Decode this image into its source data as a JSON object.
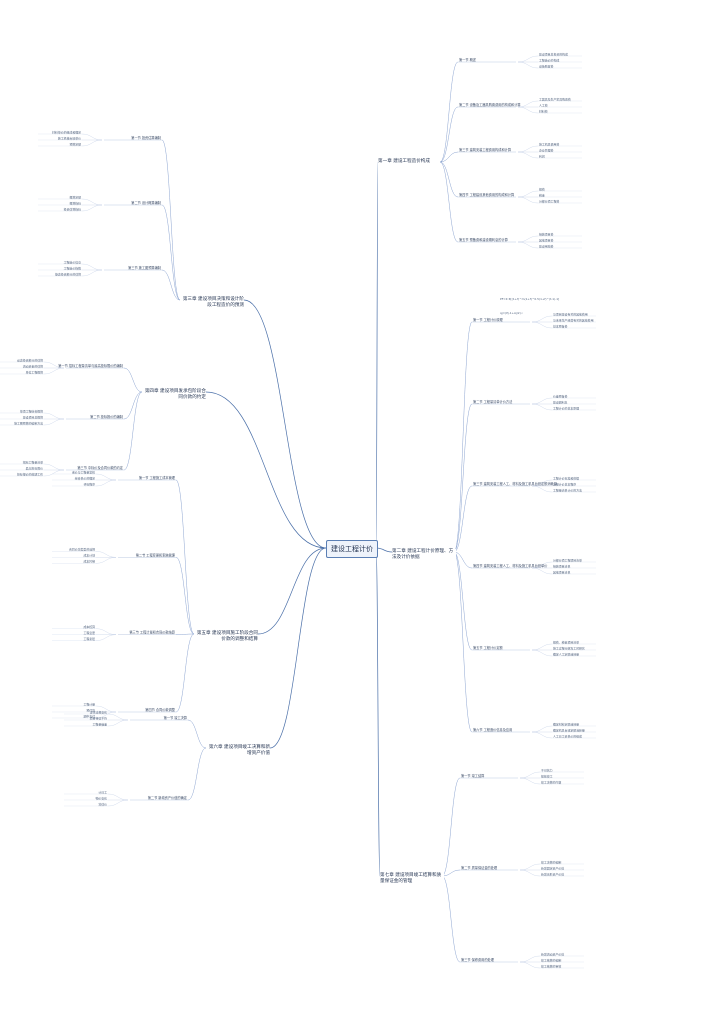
{
  "center": "建设工程计价",
  "chapters": [
    {
      "id": "ch1",
      "title": "第一章 建设工程造价构成",
      "side": "right"
    },
    {
      "id": "ch2",
      "title": "第二章 建设工程计价原理、方法及计价依据",
      "side": "right"
    },
    {
      "id": "ch3",
      "title": "第三章 建设项目决策和设计阶段工程造价的预测",
      "side": "left"
    },
    {
      "id": "ch4",
      "title": "第四章 建设项目发承包阶段合同价款的约定",
      "side": "left"
    },
    {
      "id": "ch5",
      "title": "第五章 建设项目施工阶段合同价款的调整和结算",
      "side": "left"
    },
    {
      "id": "ch6",
      "title": "第六章 建设项目竣工决算和新增资产价值",
      "side": "left"
    },
    {
      "id": "ch7",
      "title": "第七章 建设项目竣工结算和质量保证金的管理",
      "side": "right"
    }
  ],
  "sections": [
    {
      "parent": "ch1",
      "label": "第一节 概述"
    },
    {
      "parent": "ch1",
      "label": "第二节 设备及工器具购置费用的构成和计算"
    },
    {
      "parent": "ch1",
      "label": "第三节 建筑安装工程费用构成和计算"
    },
    {
      "parent": "ch1",
      "label": "第四节 工程建设其他费用的构成和计算"
    },
    {
      "parent": "ch1",
      "label": "第五节 预备费和建设期利息的计算"
    },
    {
      "parent": "ch2",
      "label": "第一节 工程计价原理"
    },
    {
      "parent": "ch2",
      "label": "第二节 工程量清单计价方法"
    },
    {
      "parent": "ch2",
      "label": "第三节 建筑安装工程人工、材料及施工机具台班定额消耗量"
    },
    {
      "parent": "ch2",
      "label": "第四节 建筑安装工程人工、材料及施工机具台班单价"
    },
    {
      "parent": "ch2",
      "label": "第五节 工程计价定额"
    },
    {
      "parent": "ch2",
      "label": "第六节 工程造价信息及应用"
    },
    {
      "parent": "ch3",
      "label": "第一节 投资估算编制"
    },
    {
      "parent": "ch3",
      "label": "第二节 设计概算编制"
    },
    {
      "parent": "ch3",
      "label": "第三节 施工图预算编制"
    },
    {
      "parent": "ch4",
      "label": "第一节 招标工程量清单与最高投标限价的编制"
    },
    {
      "parent": "ch4",
      "label": "第二节 投标报价的编制"
    },
    {
      "parent": "ch4",
      "label": "第三节 中标价及合同价款的约定"
    },
    {
      "parent": "ch5",
      "label": "第一节 工程施工成本管理"
    },
    {
      "parent": "ch5",
      "label": "第二节 工程变更和索赔管理"
    },
    {
      "parent": "ch5",
      "label": "第三节 工程计量和合同价款结算"
    },
    {
      "parent": "ch5",
      "label": "第四节 合同价款调整"
    },
    {
      "parent": "ch6",
      "label": "第一节 竣工决算"
    },
    {
      "parent": "ch6",
      "label": "第二节 新增资产价值的确定"
    },
    {
      "parent": "ch7",
      "label": "第一节 竣工结算"
    },
    {
      "parent": "ch7",
      "label": "第二节 质量保证金的处理"
    },
    {
      "parent": "ch7",
      "label": "第三节 保修费用的处理"
    }
  ],
  "leaves": [
    "建设项目总投资的构成",
    "工程造价的构成",
    "设备购置费",
    "工器具及生产家具购置费",
    "人工费",
    "材料费",
    "施工机具使用费",
    "企业管理费",
    "利润",
    "规费",
    "税金",
    "分部分项工程费",
    "措施项目费",
    "其他项目费",
    "建设用地费",
    "与项目建设有关的其他费用",
    "与未来生产经营有关的其他费用",
    "基本预备费",
    "价差预备费",
    "建设期利息",
    "工程计价的基本原理",
    "工程计价标准和依据",
    "工程计价基本程序",
    "工程量清单计价的方法",
    "分部分项工程项目清单",
    "措施项目清单",
    "其他项目清单",
    "规费、税金项目清单",
    "施工过程分解及工时研究",
    "确定人工定额消耗量",
    "确定材料定额消耗量",
    "确定机具台班定额消耗量",
    "人工日工资单价的组成",
    "材料单价的组成和确定",
    "施工机械台班单价",
    "预算定额",
    "概算定额",
    "概算指标",
    "投资估算指标",
    "工程造价信息",
    "工程造价指数",
    "静态投资部分的估算",
    "动态投资部分的估算",
    "流动资金的估算",
    "单位工程概算",
    "单项工程综合概算",
    "建设项目总概算",
    "施工图预算的编制方法",
    "招标工程量清单",
    "最高投标限价",
    "投标报价的前期工作",
    "询价与工程量复核",
    "综合单价的确定",
    "评标程序",
    "合同价款类型的选择",
    "成本计划",
    "成本控制",
    "成本核算",
    "工程变更",
    "工程索赔",
    "工程计量",
    "预付款",
    "期中支付",
    "法律法规变化",
    "项目特征不符",
    "工程量偏差",
    "计日工",
    "物价变化",
    "暂估价",
    "不可抗力",
    "提前竣工",
    "竣工决算的内容",
    "竣工决算的编制",
    "新增固定资产价值",
    "新增无形资产价值",
    "新增流动资产价值",
    "竣工结算的编制",
    "竣工结算的审核",
    "质量保证金的预留",
    "质量保证金的返还",
    "保修费用的处理方法"
  ],
  "formulas": [
    "PF=Σ It[(1+f)^m(1+f)^0.5(1+f)^(t-1)-1]",
    "qj=(Pj-1+Aj/2)·i"
  ]
}
